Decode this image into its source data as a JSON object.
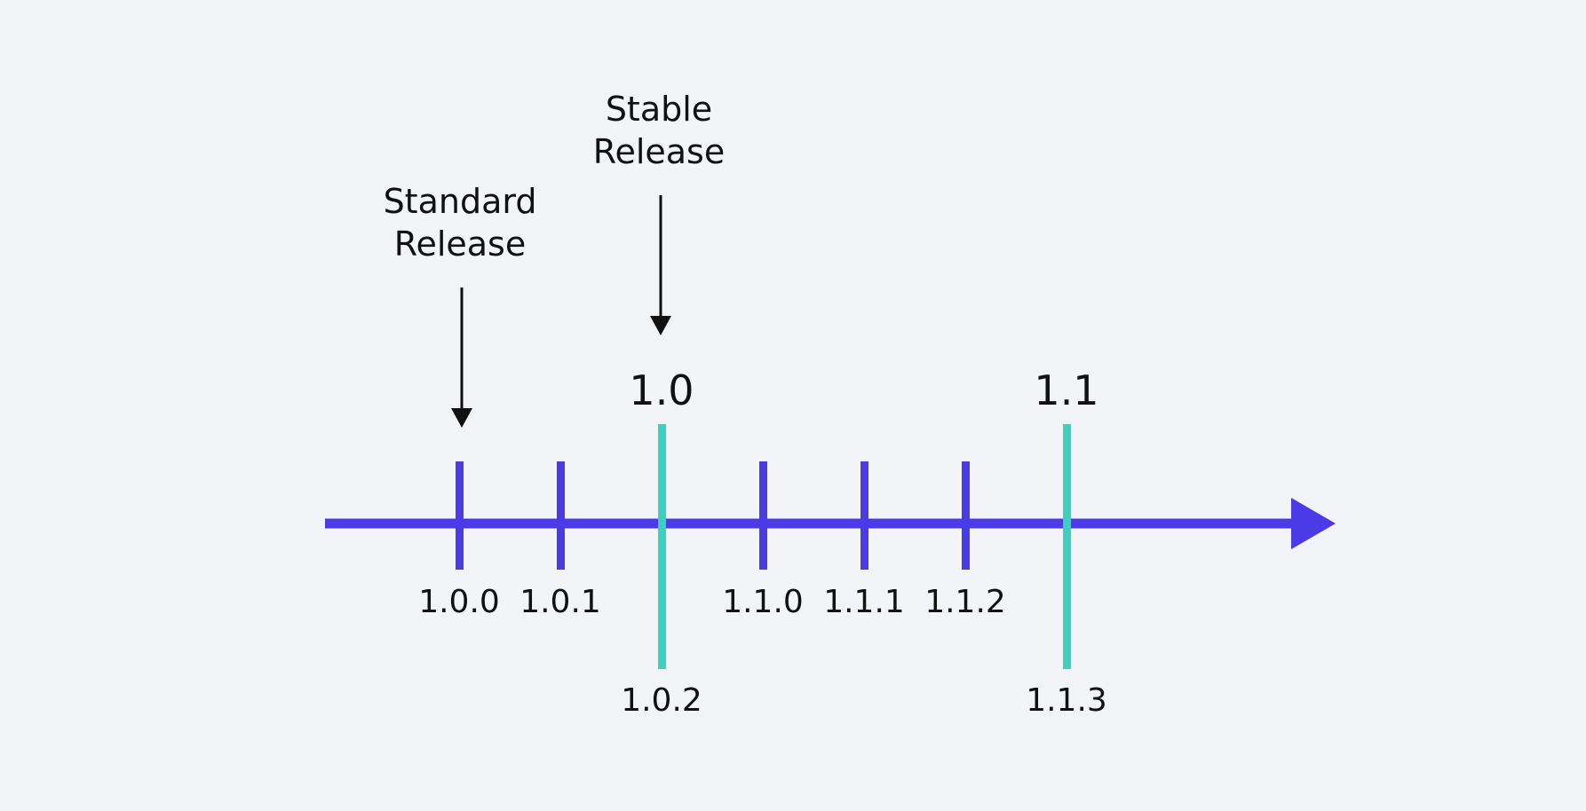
{
  "colors": {
    "background": "#f2f4f8",
    "timeline": "#4a3ae8",
    "stable": "#3dd0c0",
    "text": "#111111"
  },
  "callouts": {
    "standard": {
      "line1": "Standard",
      "line2": "Release"
    },
    "stable": {
      "line1": "Stable",
      "line2": "Release"
    }
  },
  "majors": [
    {
      "label": "1.0"
    },
    {
      "label": "1.1"
    }
  ],
  "releases": [
    {
      "version": "1.0.0",
      "kind": "standard"
    },
    {
      "version": "1.0.1",
      "kind": "standard"
    },
    {
      "version": "1.0.2",
      "kind": "stable"
    },
    {
      "version": "1.1.0",
      "kind": "standard"
    },
    {
      "version": "1.1.1",
      "kind": "standard"
    },
    {
      "version": "1.1.2",
      "kind": "standard"
    },
    {
      "version": "1.1.3",
      "kind": "stable"
    }
  ]
}
